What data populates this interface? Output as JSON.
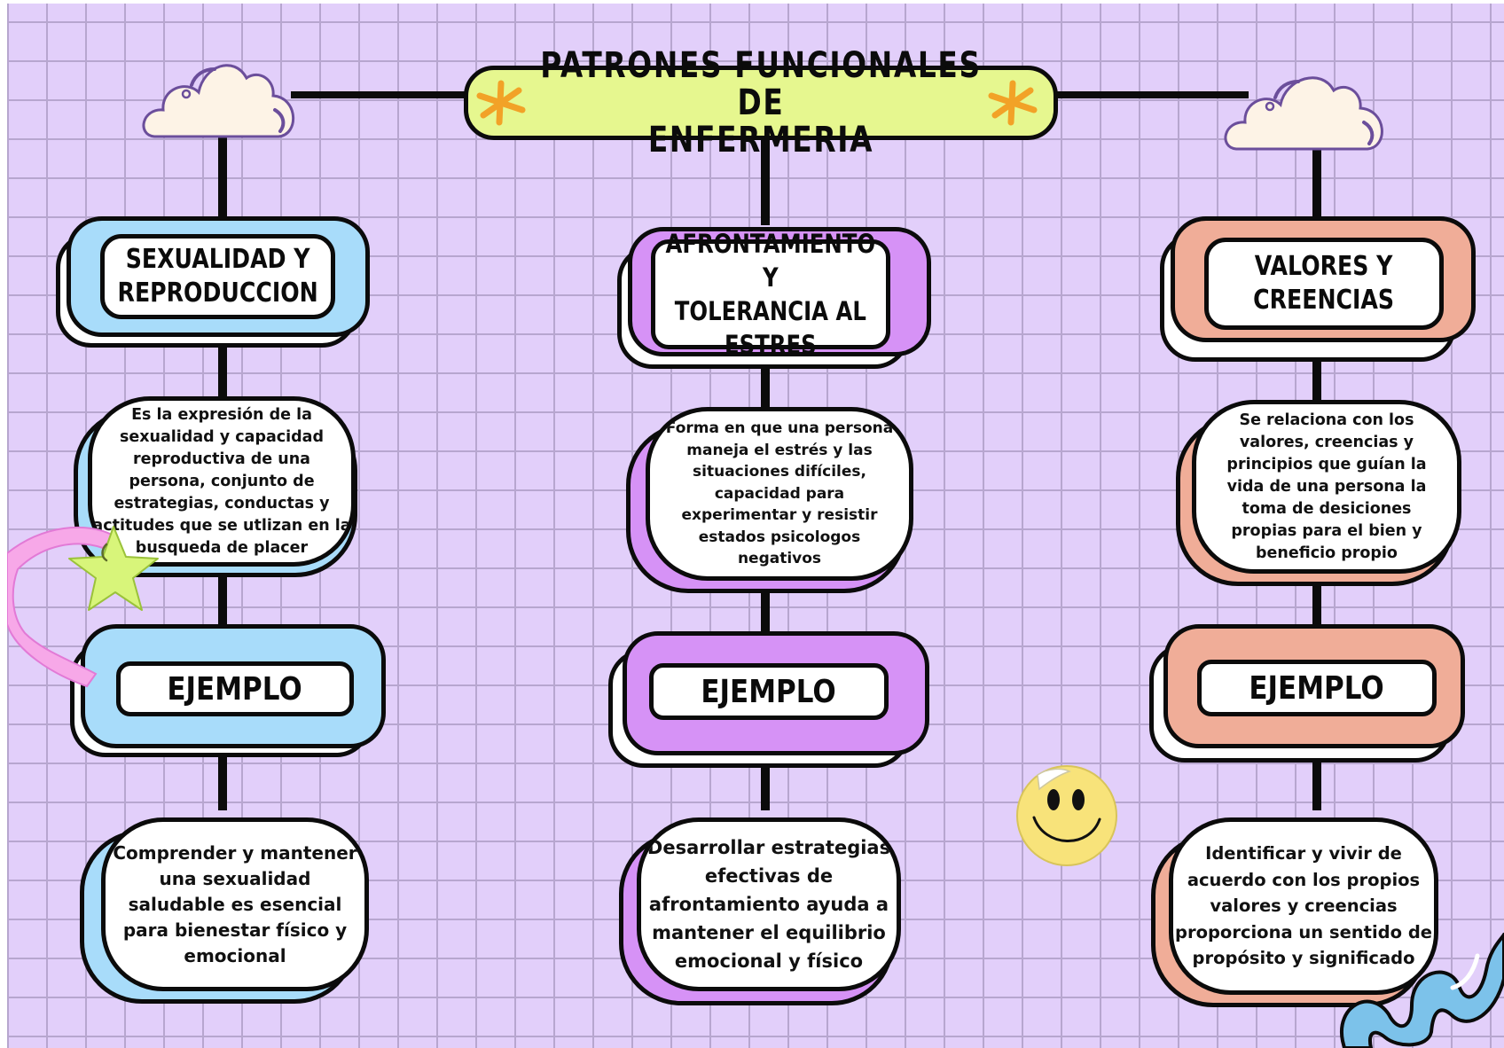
{
  "title": "PATRONES FUNCIONALES DE\nENFERMERIA",
  "colors": {
    "background": "#e2cffa",
    "title_fill": "#e6f78f",
    "blue": "#a8dcfa",
    "purple": "#d692f6",
    "salmon": "#f0ad98",
    "stroke": "#0b0b0b"
  },
  "columns": [
    {
      "heading": "SEXUALIDAD Y\nREPRODUCCION",
      "description": "Es la expresión de la sexualidad y capacidad reproductiva de una persona, conjunto de estrategias, conductas y actitudes que se utlizan en la busqueda de placer",
      "example_label": "EJEMPLO",
      "example_text": "Comprender y mantener una sexualidad saludable es esencial para  bienestar físico y emocional"
    },
    {
      "heading": "AFRONTAMIENTO Y\nTOLERANCIA AL\nESTRES",
      "description": "Forma en que una persona maneja el estrés y las situaciones difíciles, capacidad para experimentar y resistir estados psicologos negativos",
      "example_label": "EJEMPLO",
      "example_text": "Desarrollar estrategias efectivas de afrontamiento ayuda a mantener el equilibrio emocional  y físico"
    },
    {
      "heading": "VALORES Y\nCREENCIAS",
      "description": "Se relaciona con los valores, creencias y principios que guían la vida de una persona la toma de desiciones propias para el bien y beneficio propio",
      "example_label": "EJEMPLO",
      "example_text": "Identificar y vivir de acuerdo con los propios valores y creencias proporciona un sentido de propósito y significado"
    }
  ]
}
